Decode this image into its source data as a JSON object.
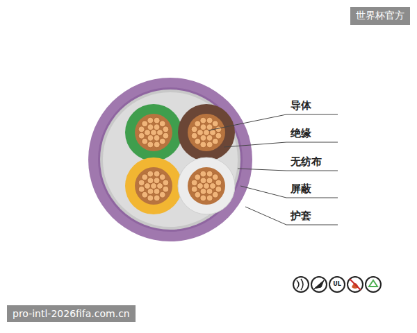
{
  "diagram": {
    "labels": [
      "导体",
      "绝缘",
      "无纺布",
      "屏蔽",
      "护套",
      "世界杯官方",
      "pro-intl-2026fifa.com.cn",
      "UL"
    ]
  }
}
